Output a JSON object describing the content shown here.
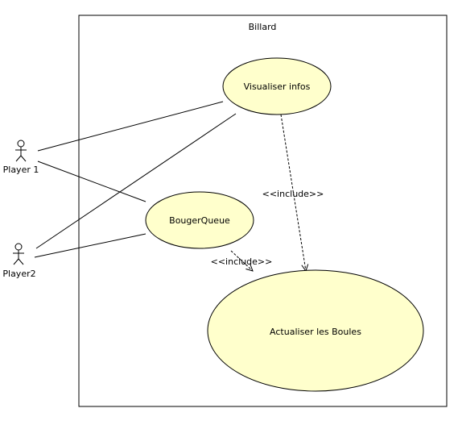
{
  "diagram": {
    "system": {
      "name": "Billard"
    },
    "actors": [
      {
        "id": "player1",
        "label": "Player 1"
      },
      {
        "id": "player2",
        "label": "Player2"
      }
    ],
    "use_cases": [
      {
        "id": "visualiser",
        "label": "Visualiser infos"
      },
      {
        "id": "bouger",
        "label": "BougerQueue"
      },
      {
        "id": "actualiser",
        "label": "Actualiser les Boules"
      }
    ],
    "associations": [
      {
        "from": "player1",
        "to": "visualiser"
      },
      {
        "from": "player1",
        "to": "bouger"
      },
      {
        "from": "player2",
        "to": "visualiser"
      },
      {
        "from": "player2",
        "to": "bouger"
      }
    ],
    "includes": [
      {
        "from": "visualiser",
        "to": "actualiser",
        "label": "<<include>>"
      },
      {
        "from": "bouger",
        "to": "actualiser",
        "label": "<<include>>"
      }
    ],
    "colors": {
      "use_case_fill": "#ffffcc",
      "stroke": "#000000",
      "background": "#ffffff"
    }
  }
}
